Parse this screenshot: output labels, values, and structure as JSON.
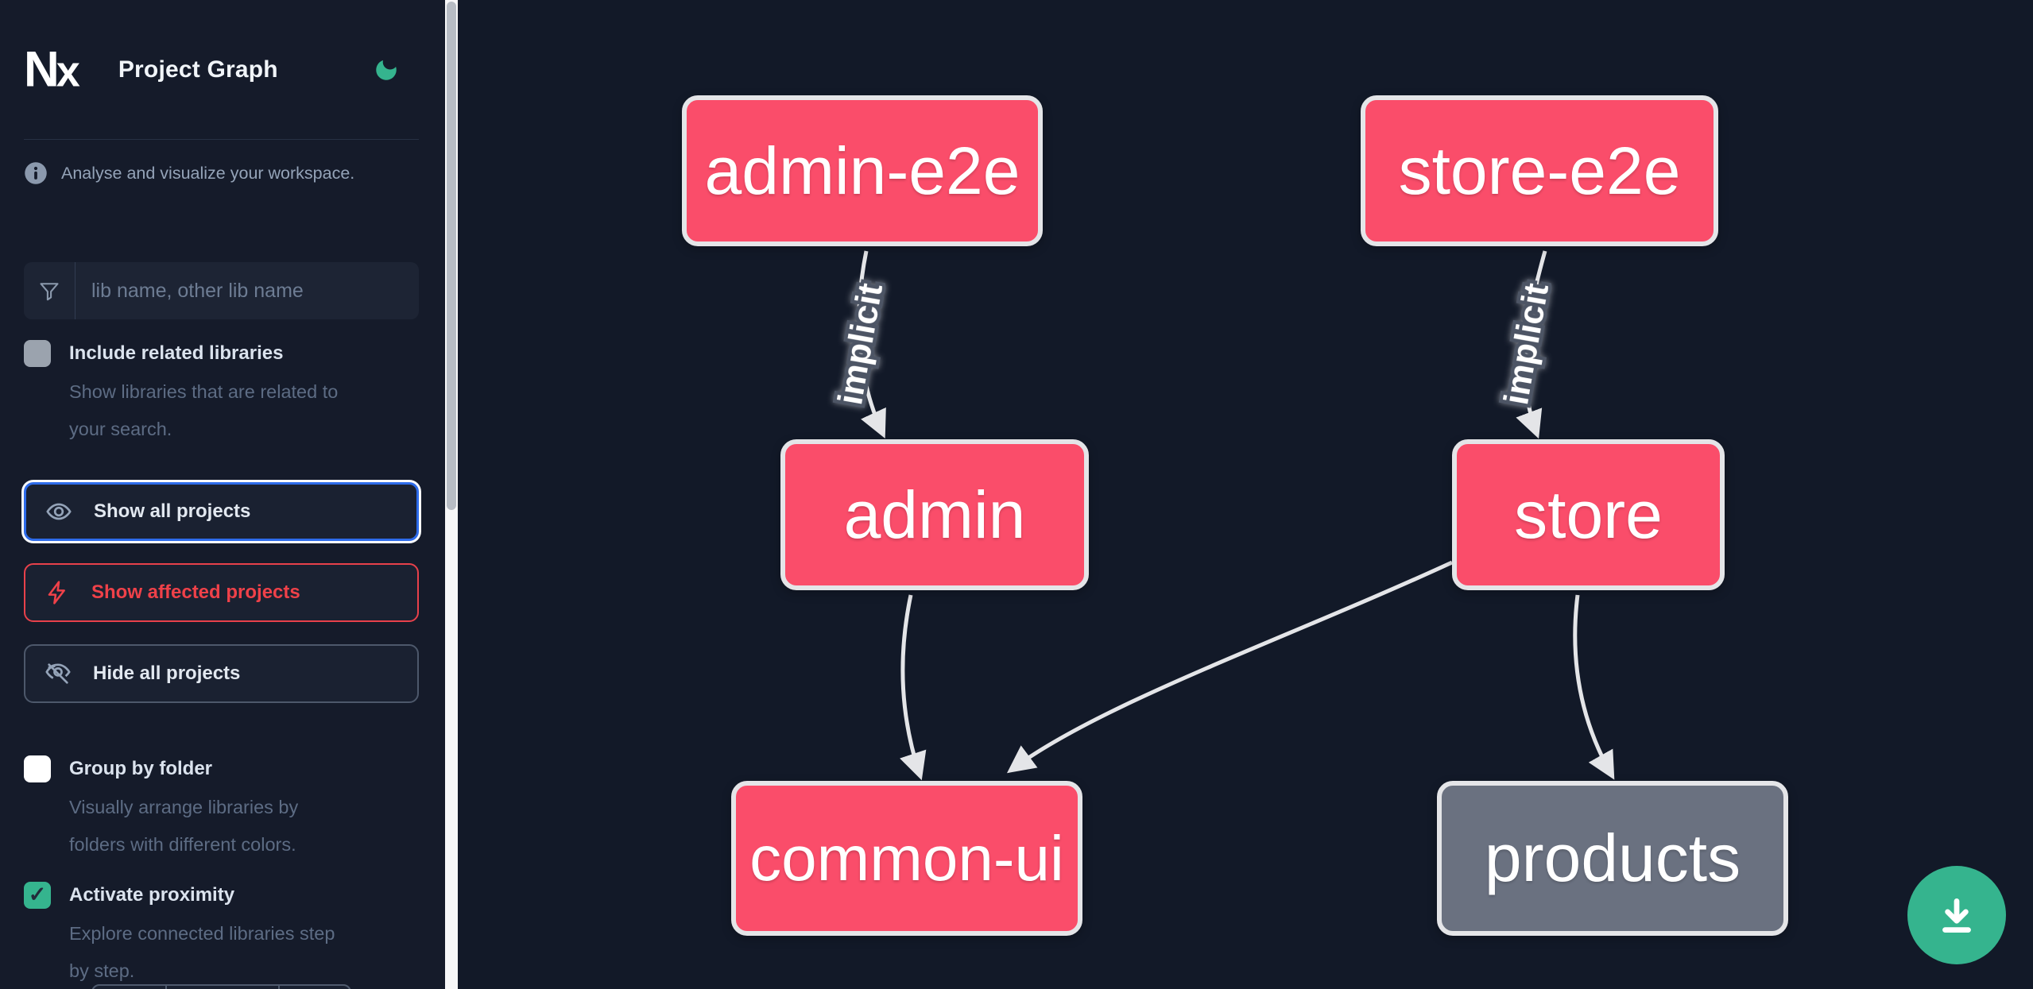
{
  "header": {
    "logo_text": "Nx",
    "title": "Project Graph"
  },
  "sidebar": {
    "tagline": "Analyse and visualize your workspace.",
    "search": {
      "placeholder": "lib name, other lib name",
      "value": ""
    },
    "toggles": [
      {
        "label": "Include related libraries",
        "lines": [
          "Show libraries that are related to",
          "your search."
        ],
        "checked": false
      },
      {
        "label": "Group by folder",
        "lines": [
          "Visually arrange libraries by",
          "folders with different colors."
        ],
        "checked": false
      },
      {
        "label": "Activate proximity",
        "lines": [
          "Explore connected libraries step",
          "by step."
        ],
        "checked": true
      }
    ],
    "buttons": [
      {
        "label": "Show all projects",
        "icon": "eye-icon",
        "state": "focused"
      },
      {
        "label": "Show affected projects",
        "icon": "bolt-icon",
        "state": "affected"
      },
      {
        "label": "Hide all projects",
        "icon": "eye-off-icon",
        "state": "default"
      }
    ]
  },
  "graph": {
    "nodes": [
      {
        "id": "admin-e2e",
        "label": "admin-e2e",
        "color": "pink"
      },
      {
        "id": "store-e2e",
        "label": "store-e2e",
        "color": "pink"
      },
      {
        "id": "admin",
        "label": "admin",
        "color": "pink"
      },
      {
        "id": "store",
        "label": "store",
        "color": "pink"
      },
      {
        "id": "common-ui",
        "label": "common-ui",
        "color": "pink"
      },
      {
        "id": "products",
        "label": "products",
        "color": "gray"
      }
    ],
    "edges": [
      {
        "from": "admin-e2e",
        "to": "admin",
        "label": "implicit"
      },
      {
        "from": "store-e2e",
        "to": "store",
        "label": "implicit"
      },
      {
        "from": "admin",
        "to": "common-ui",
        "label": ""
      },
      {
        "from": "store",
        "to": "common-ui",
        "label": ""
      },
      {
        "from": "store",
        "to": "products",
        "label": ""
      }
    ]
  },
  "fab": {
    "icon": "download-icon"
  },
  "colors": {
    "sidebar_bg": "#151b2a",
    "canvas_bg": "#121928",
    "focus_blue": "#2d6bea",
    "affected_red": "#ef4149",
    "proximity_green": "#35b48e",
    "node_pink": "#fa4d6a",
    "node_gray": "#6a7180",
    "edge_gray": "#e4e5e8"
  }
}
